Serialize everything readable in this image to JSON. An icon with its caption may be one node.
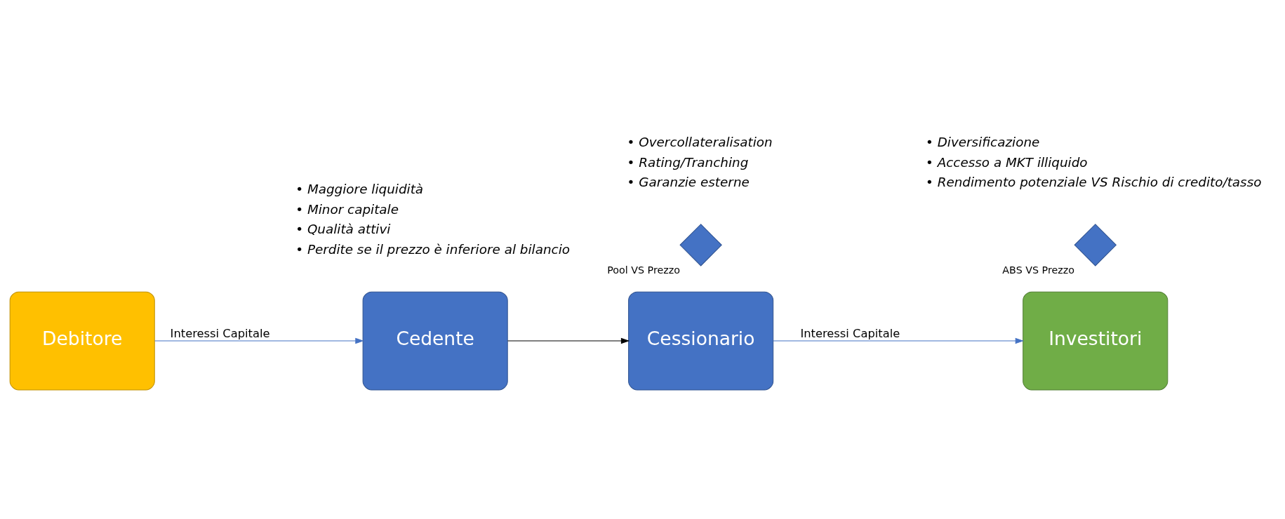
{
  "diagram": {
    "nodes": [
      {
        "text": [
          "Debitore"
        ]
      },
      {
        "text": [
          "Cedente"
        ]
      },
      {
        "text": [],
        "shape": "diamond",
        "beside": [
          "Pool VS Prezzo"
        ]
      },
      {
        "text": [
          "Cessionario"
        ]
      },
      {
        "text": [],
        "shape": "diamond",
        "beside": [
          "ABS VS Prezzo"
        ]
      },
      {
        "text": [
          "Investitori"
        ]
      }
    ],
    "edges": [
      {
        "from": 0,
        "to": 1,
        "arrow": "to",
        "label": "Interessi Capitale"
      },
      {
        "from": 1,
        "to": 3,
        "arrow": "to",
        "color": "#000000"
      },
      {
        "from": 3,
        "to": 5,
        "arrow": "to",
        "label": "Interessi Capitale"
      }
    ],
    "labels": [
      "• Maggiore liquidità",
      "• Minor capitale",
      "• Qualità attivi",
      "• Perdite se il prezzo è inferiore al bilancio",
      "• Overcollateralisation",
      "• Rating/Tranching",
      "• Garanzie esterne",
      "• Diversificazione",
      "• Accesso a MKT illiquido",
      "• Rendimento potenziale VS Rischio di credito/tasso"
    ]
  }
}
